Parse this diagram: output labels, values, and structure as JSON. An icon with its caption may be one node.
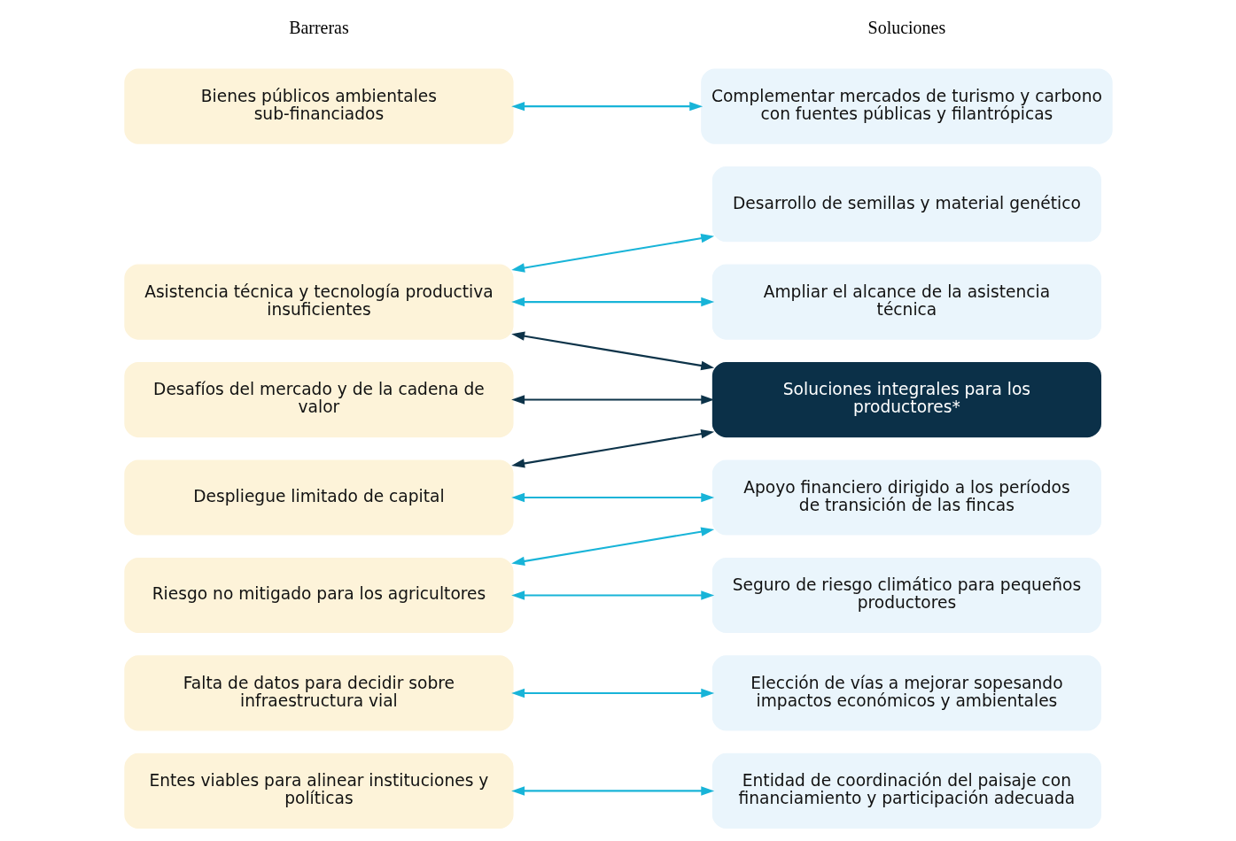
{
  "diagram": {
    "nodes": [
      {
        "text": [
          "Bienes públicos ambientales sub-financiados"
        ]
      },
      {
        "text": [
          "Asistencia técnica y tecnología productiva insuficientes"
        ]
      },
      {
        "text": [
          "Desafíos del mercado y de la cadena de valor"
        ]
      },
      {
        "text": [
          "Despliegue limitado de capital"
        ]
      },
      {
        "text": [
          "Riesgo no mitigado para los agricultores"
        ]
      },
      {
        "text": [
          "Falta de datos para decidir sobre infraestructura vial"
        ]
      },
      {
        "text": [
          "Entes viables para alinear instituciones y políticas"
        ]
      },
      {
        "text": [
          "Complementar mercados de turismo y carbono con fuentes públicas y filantrópicas"
        ]
      },
      {
        "text": [
          "Desarrollo de semillas y material genético"
        ]
      },
      {
        "text": [
          "Ampliar el alcance de la asistencia técnica"
        ]
      },
      {
        "text": [
          "Soluciones integrales para los productores*"
        ]
      },
      {
        "text": [
          "Apoyo financiero dirigido a los períodos de transición de las fincas"
        ]
      },
      {
        "text": [
          "Seguro de riesgo climático para pequeños productores"
        ]
      },
      {
        "text": [
          "Elección de vías a mejorar sopesando impactos económicos y ambientales"
        ]
      },
      {
        "text": [
          "Entidad de coordinación del paisaje con financiamiento y participación adecuada"
        ]
      }
    ],
    "edges": [
      {
        "from": 0,
        "to": 7,
        "arrow": "both"
      },
      {
        "from": 1,
        "to": 8,
        "arrow": "both"
      },
      {
        "from": 1,
        "to": 9,
        "arrow": "both"
      },
      {
        "from": 1,
        "to": 10,
        "arrow": "both",
        "color": "#0d3349"
      },
      {
        "from": 2,
        "to": 10,
        "arrow": "both",
        "color": "#0d3349"
      },
      {
        "from": 3,
        "to": 10,
        "arrow": "both",
        "color": "#0d3349"
      },
      {
        "from": 3,
        "to": 11,
        "arrow": "both"
      },
      {
        "from": 4,
        "to": 11,
        "arrow": "both"
      },
      {
        "from": 4,
        "to": 12,
        "arrow": "both"
      },
      {
        "from": 5,
        "to": 13,
        "arrow": "both"
      },
      {
        "from": 6,
        "to": 14,
        "arrow": "both"
      }
    ],
    "labels": [
      "Barreras",
      "Soluciones"
    ]
  }
}
